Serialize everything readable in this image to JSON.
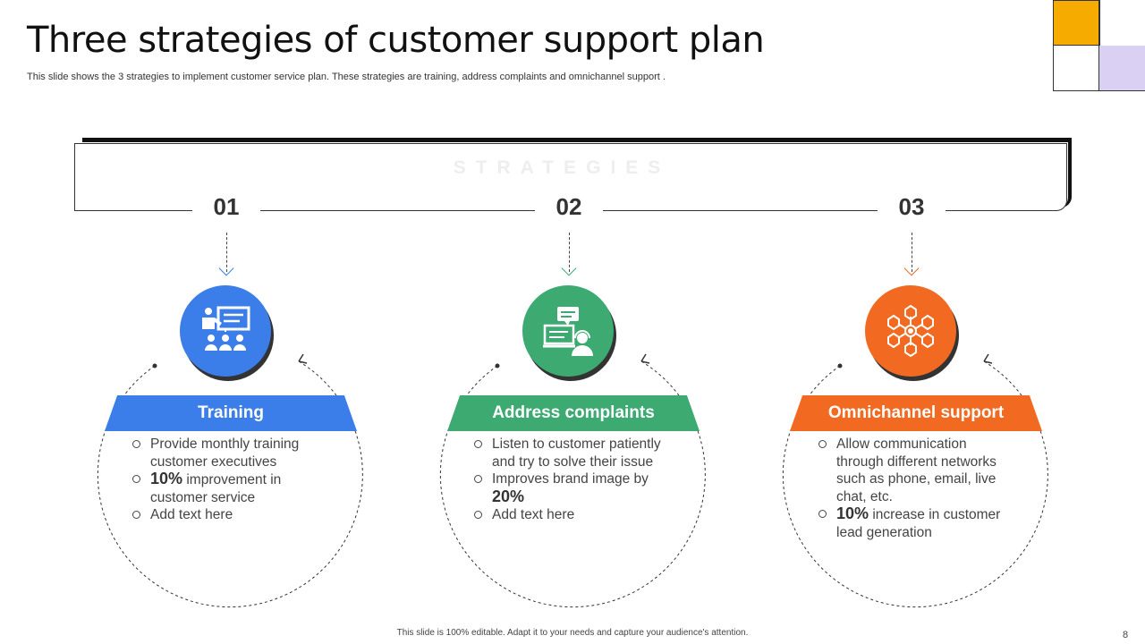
{
  "title": "Three strategies of customer support plan",
  "subtitle": "This slide shows the 3 strategies to implement customer service plan. These strategies are training, address complaints and omnichannel support .",
  "frame_label": "STRATEGIES",
  "colors": {
    "blue": "#3b7de9",
    "green": "#3daa72",
    "orange": "#f26a21",
    "yellow": "#f5ab00",
    "purple": "#d9d0f3"
  },
  "strategies": [
    {
      "number": "01",
      "heading": "Training",
      "icon": "presentation-training-icon",
      "items": [
        {
          "text": "Provide monthly training customer executives"
        },
        {
          "pre": "",
          "bold": "10%",
          "post": " improvement in customer service"
        },
        {
          "text": "Add text here"
        }
      ]
    },
    {
      "number": "02",
      "heading": "Address complaints",
      "icon": "support-agent-chat-icon",
      "items": [
        {
          "text": "Listen to customer patiently and try to solve their issue"
        },
        {
          "pre": "Improves brand image by ",
          "bold": "20%",
          "post": ""
        },
        {
          "text": "Add text here"
        }
      ]
    },
    {
      "number": "03",
      "heading": "Omnichannel support",
      "icon": "omnichannel-network-icon",
      "items": [
        {
          "text": "Allow communication through different networks such as phone, email, live chat, etc."
        },
        {
          "pre": "",
          "bold": "10%",
          "post": " increase in customer lead generation"
        }
      ]
    }
  ],
  "footer": "This slide is 100% editable. Adapt it to your needs and capture your audience's attention.",
  "page_number": "8"
}
